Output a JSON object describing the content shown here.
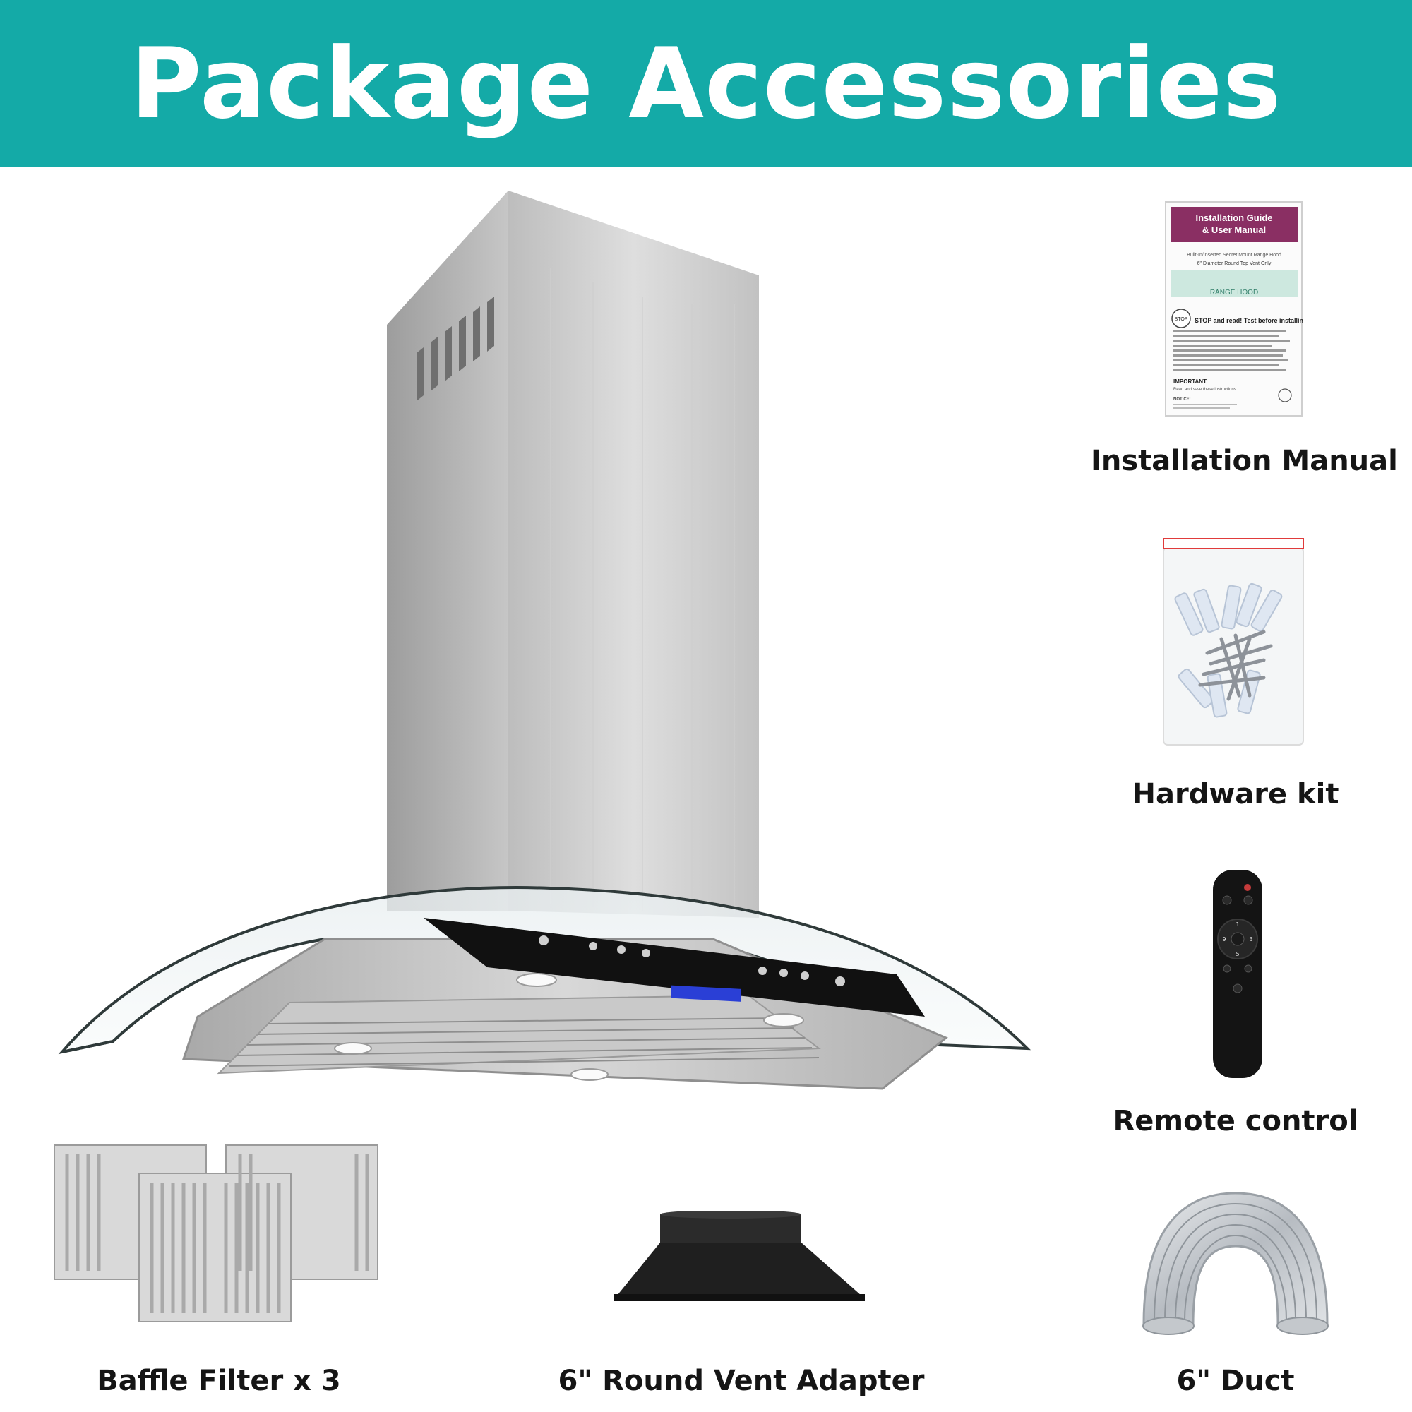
{
  "title": "Package Accessories",
  "colors": {
    "banner": "#14aaa7",
    "banner_text": "#ffffff",
    "label_text": "#151515"
  },
  "items": {
    "installation_manual": "Installation Manual",
    "hardware_kit": "Hardware kit",
    "remote_control": "Remote control",
    "baffle_filter": "Baffle Filter x 3",
    "vent_adapter": "6\" Round Vent Adapter",
    "duct": "6\" Duct"
  },
  "manual": {
    "heading_line1": "Installation Guide",
    "heading_line2": "& User Manual",
    "subtitle_line1": "Built-In/Inserted Secret Mount Range Hood",
    "subtitle_line2": "6\" Diameter Round Top Vent Only",
    "band": "RANGE HOOD",
    "stop_badge": "STOP",
    "stop_heading": "STOP and read! Test before installing",
    "important": "IMPORTANT:",
    "important_text": "Read and save these instructions.",
    "notice": "NOTICE:"
  },
  "remote": {
    "keys": [
      "1",
      "9",
      "3",
      "5"
    ]
  }
}
